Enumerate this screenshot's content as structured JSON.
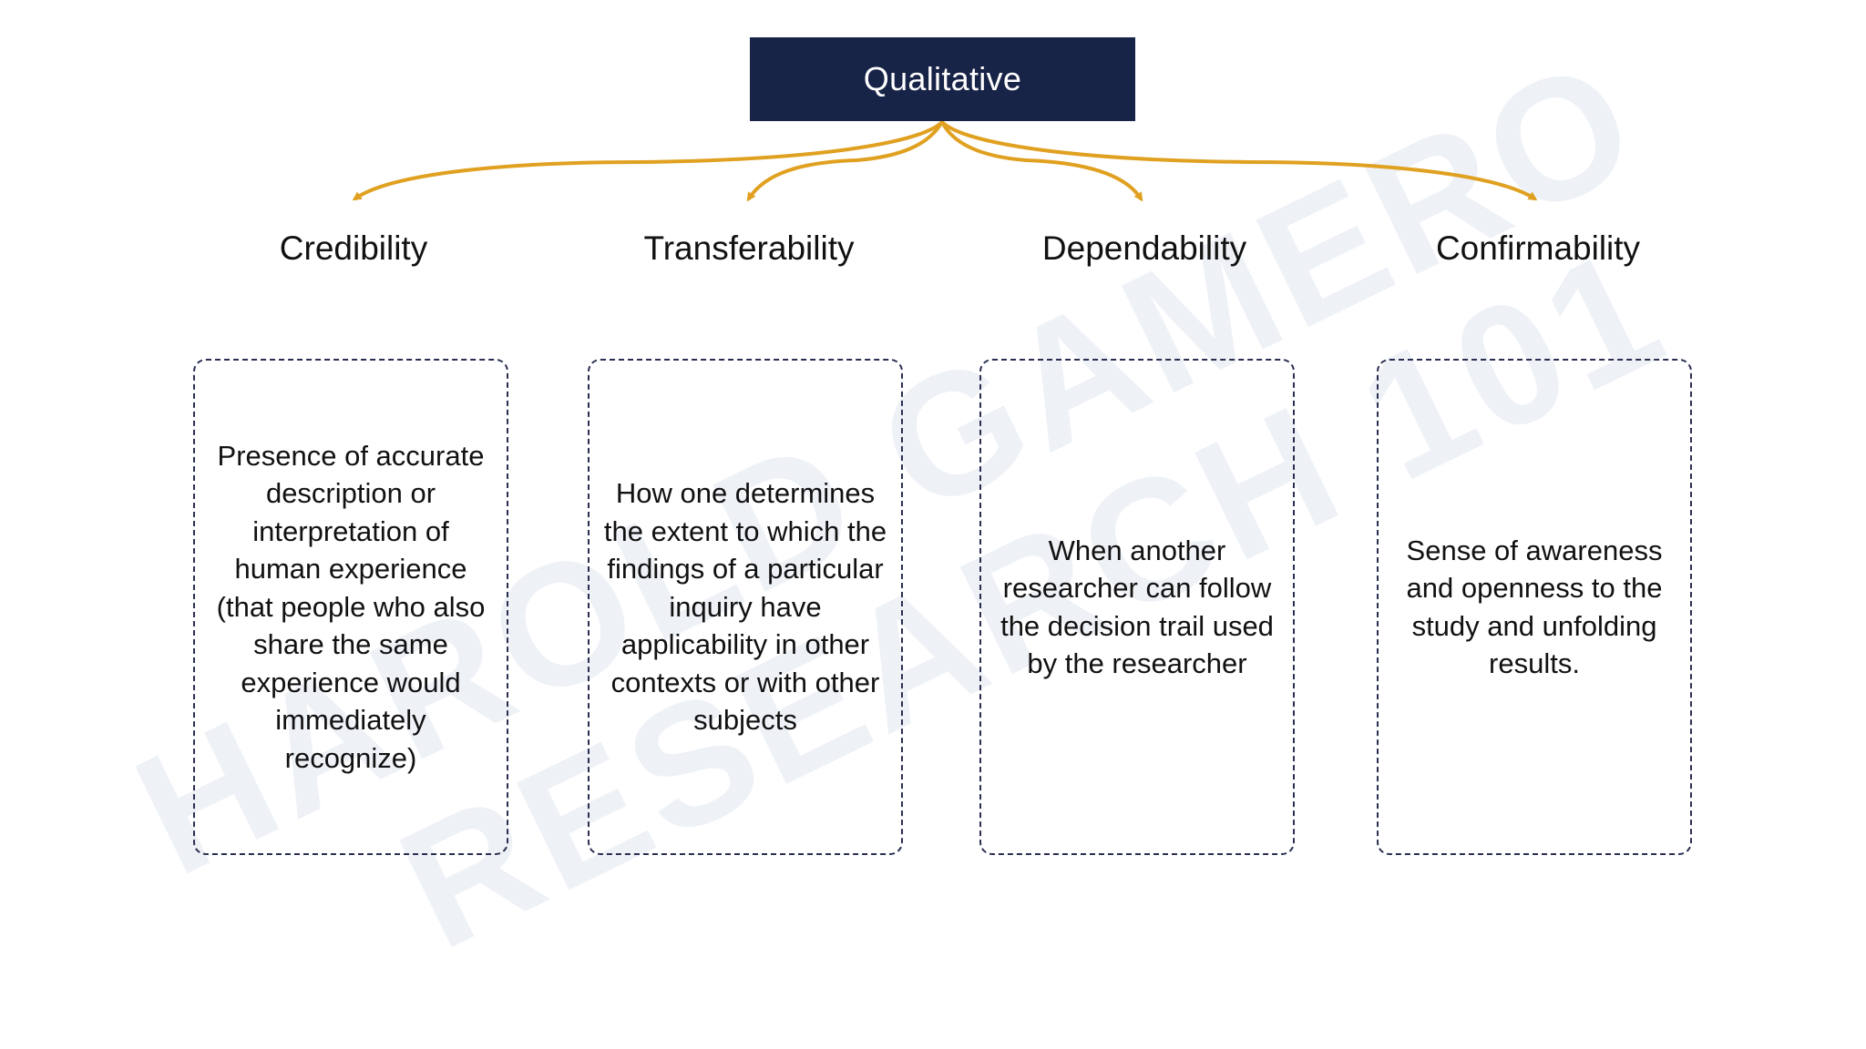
{
  "diagram": {
    "root": {
      "label": "Qualitative"
    },
    "categories": [
      {
        "label": "Credibility",
        "description": "Presence of accurate description or interpretation of human experience (that people who also share the same experience would immediately recognize)"
      },
      {
        "label": "Transferability",
        "description": "How one determines the extent to which the findings of a particular inquiry have applicability in other contexts or with other subjects"
      },
      {
        "label": "Dependability",
        "description": "When another researcher can follow the decision trail used by the researcher"
      },
      {
        "label": "Confirmability",
        "description": "Sense of awareness and openness to the study and unfolding results."
      }
    ]
  },
  "watermark": {
    "line1": "HAROLD GAMERO",
    "line2": "RESEARCH 101"
  },
  "colors": {
    "root_fill": "#172347",
    "connector": "#E0A020",
    "box_border": "#2a2f52",
    "watermark": "#EEF1F6"
  }
}
